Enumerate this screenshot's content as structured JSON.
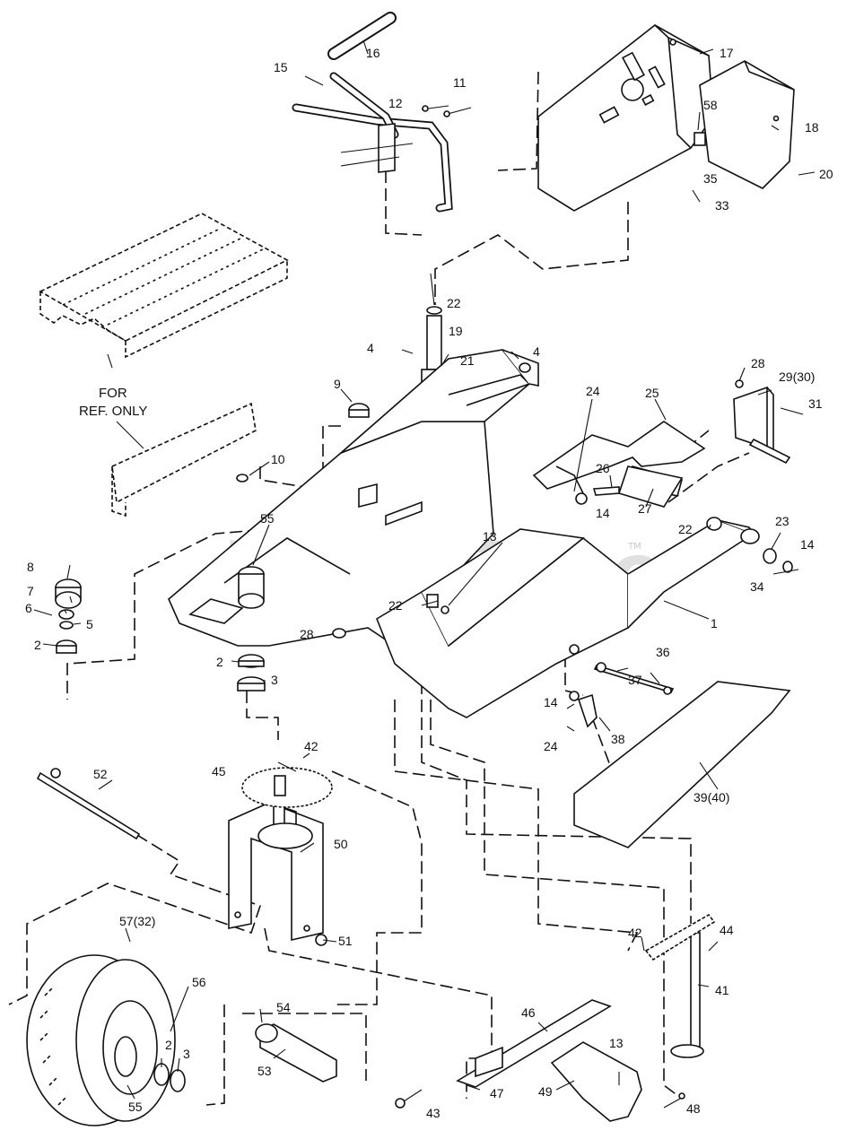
{
  "watermark": {
    "text": "PartsTree",
    "tm": "TM"
  },
  "note": {
    "line1": "FOR",
    "line2": "REF. ONLY"
  },
  "callouts": {
    "c1": "1",
    "c2a": "2",
    "c2b": "2",
    "c2c": "2",
    "c3a": "3",
    "c3b": "3",
    "c4a": "4",
    "c4b": "4",
    "c5": "5",
    "c6": "6",
    "c7": "7",
    "c8": "8",
    "c9": "9",
    "c10": "10",
    "c11": "11",
    "c12": "12",
    "c13a": "13",
    "c13b": "13",
    "c14a": "14",
    "c14b": "14",
    "c14c": "14",
    "c15": "15",
    "c16": "16",
    "c17": "17",
    "c18": "18",
    "c19": "19",
    "c20": "20",
    "c21": "21",
    "c22a": "22",
    "c22b": "22",
    "c22c": "22",
    "c23": "23",
    "c24a": "24",
    "c24b": "24",
    "c25": "25",
    "c26": "26",
    "c27": "27",
    "c28a": "28",
    "c28b": "28",
    "c29": "29(30)",
    "c31": "31",
    "c33": "33",
    "c34": "34",
    "c35": "35",
    "c36": "36",
    "c37": "37",
    "c38": "38",
    "c39": "39(40)",
    "c41": "41",
    "c42a": "42",
    "c42b": "42",
    "c43": "43",
    "c44": "44",
    "c45": "45",
    "c46": "46",
    "c47": "47",
    "c48": "48",
    "c49": "49",
    "c50": "50",
    "c51": "51",
    "c52": "52",
    "c53": "53",
    "c54": "54",
    "c55a": "55",
    "c55b": "55",
    "c56": "56",
    "c57": "57(32)",
    "c58": "58"
  }
}
